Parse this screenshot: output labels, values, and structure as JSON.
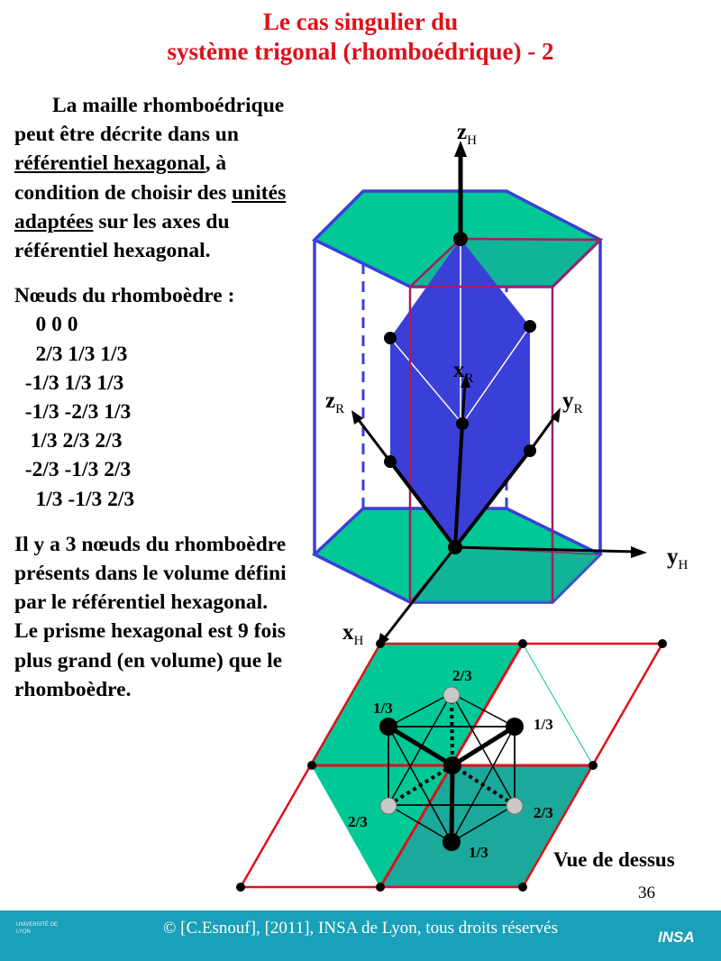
{
  "title": {
    "line1": "Le cas singulier du",
    "line2": "système trigonal (rhomboédrique) - 2"
  },
  "text": {
    "p1_a": "La maille rhomboédrique peut être décrite dans un ",
    "p1_u1": "référentiel hexagonal",
    "p1_b": ", à condition de choisir des ",
    "p1_u2": "unités adaptées",
    "p1_c": " sur les axes du référentiel hexagonal.",
    "nodes_heading": "Nœuds du rhomboèdre :",
    "nodes": [
      "    0 0 0",
      "    2/3 1/3 1/3",
      "  -1/3 1/3 1/3",
      "  -1/3 -2/3 1/3",
      "   1/3 2/3 2/3",
      "  -2/3 -1/3 2/3",
      "    1/3 -1/3 2/3"
    ],
    "p2": "Il y a 3 nœuds du rhomboèdre présents dans le volume défini par le référentiel hexagonal.",
    "p3": "Le prisme hexagonal est 9 fois plus grand (en volume) que le rhomboèdre."
  },
  "axes": {
    "zH": {
      "main": "z",
      "sub": "H"
    },
    "xR": {
      "main": "x",
      "sub": "R"
    },
    "zR": {
      "main": "z",
      "sub": "R"
    },
    "yR": {
      "main": "y",
      "sub": "R"
    },
    "yH": {
      "main": "y",
      "sub": "H"
    },
    "xH": {
      "main": "x",
      "sub": "H"
    }
  },
  "top_view": {
    "labels": [
      "2/3",
      "1/3",
      "1/3",
      "2/3",
      "2/3",
      "1/3"
    ],
    "caption": "Vue de dessus"
  },
  "page_number": "36",
  "footer": {
    "copyright": "© [C.Esnouf], [2011], INSA de Lyon, tous droits réservés",
    "logo_left": "UNIVERSITÉ DE LYON",
    "logo_right": "INSA"
  },
  "colors": {
    "title": "#e0101a",
    "hex_face": "#00c896",
    "rhombo_fill": "#3a3fd8",
    "prism_edge": "#3a3fd8",
    "red_edge": "#e0101a",
    "footer_bg": "#1aa0b8"
  }
}
